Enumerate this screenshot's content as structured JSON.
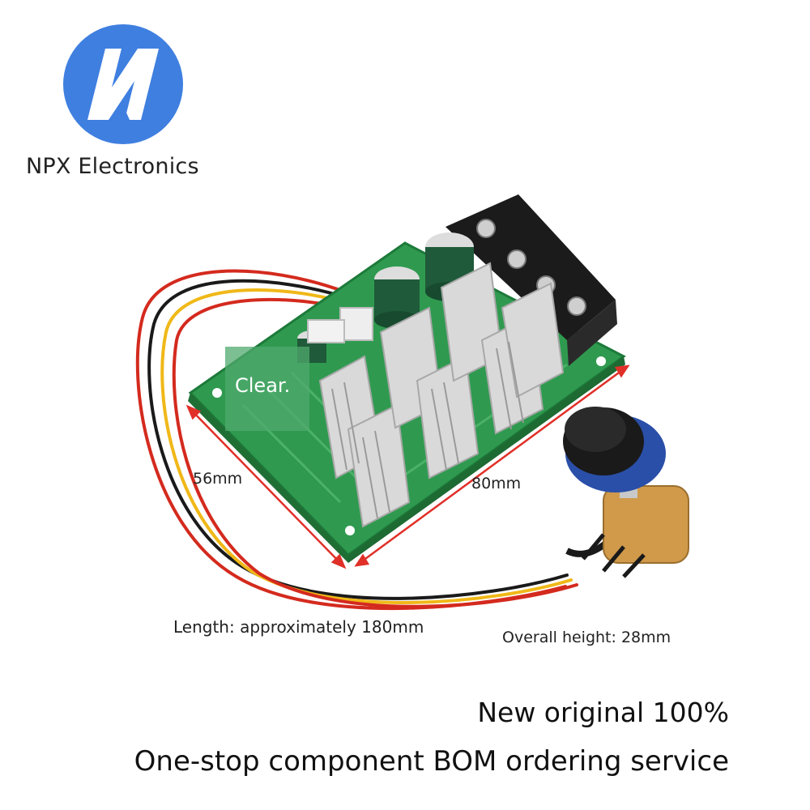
{
  "brand": {
    "name": "NPX Electronics",
    "logo_icon": "npx-n-logo-icon",
    "logo_color": "#3f7fe0"
  },
  "dimensions": {
    "width_label": "56mm",
    "length_label": "80mm",
    "cable_length_label": "Length: approximately 180mm",
    "height_label": "Overall height: 28mm"
  },
  "overlay": {
    "text": "Clear."
  },
  "taglines": {
    "line1": "New original 100%",
    "line2": "One-stop component BOM ordering service"
  },
  "colors": {
    "pcb_green": "#2f9a4f",
    "wire_red": "#d42a1e",
    "wire_yellow": "#f0b818",
    "wire_black": "#1a1a1a",
    "dimension_arrow": "#e03028"
  }
}
